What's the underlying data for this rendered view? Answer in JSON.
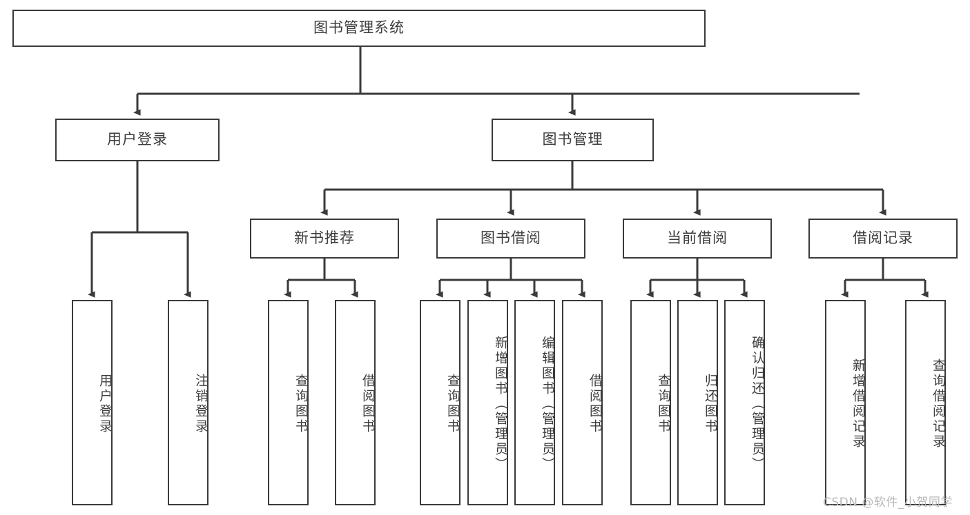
{
  "diagram": {
    "title": "图书管理系统",
    "type": "tree",
    "watermark": "CSDN @软件_小贺同学",
    "colors": {
      "stroke": "#3a3a3a",
      "node_fill": "#ffffff",
      "text": "#3d3d3d",
      "background": "#ffffff",
      "watermark": "#b9b9b9"
    },
    "nodes": {
      "root": "图书管理系统",
      "l2": [
        {
          "id": "user-login",
          "label": "用户登录"
        },
        {
          "id": "book-manage",
          "label": "图书管理"
        }
      ],
      "l3": [
        {
          "id": "new-book-rec",
          "label": "新书推荐"
        },
        {
          "id": "book-borrow",
          "label": "图书借阅"
        },
        {
          "id": "current-borrow",
          "label": "当前借阅"
        },
        {
          "id": "borrow-record",
          "label": "借阅记录"
        }
      ],
      "leaves": [
        {
          "id": "leaf-user-login",
          "label": "用户登录",
          "parent": "用户登录"
        },
        {
          "id": "leaf-user-logout",
          "label": "注销登录",
          "parent": "用户登录"
        },
        {
          "id": "leaf-query-book-1",
          "label": "查询图书",
          "parent": "新书推荐"
        },
        {
          "id": "leaf-borrow-book-1",
          "label": "借阅图书",
          "parent": "新书推荐"
        },
        {
          "id": "leaf-query-book-2",
          "label": "查询图书",
          "parent": "图书借阅"
        },
        {
          "id": "leaf-add-book",
          "label": "新增图书（管理员）",
          "parent": "图书借阅"
        },
        {
          "id": "leaf-edit-book",
          "label": "编辑图书（管理员）",
          "parent": "图书借阅"
        },
        {
          "id": "leaf-borrow-book-2",
          "label": "借阅图书",
          "parent": "图书借阅"
        },
        {
          "id": "leaf-query-book-3",
          "label": "查询图书",
          "parent": "当前借阅"
        },
        {
          "id": "leaf-return-book",
          "label": "归还图书",
          "parent": "当前借阅"
        },
        {
          "id": "leaf-confirm-return",
          "label": "确认归还（管理员）",
          "parent": "当前借阅"
        },
        {
          "id": "leaf-add-record",
          "label": "新增借阅记录",
          "parent": "借阅记录"
        },
        {
          "id": "leaf-query-record",
          "label": "查询借阅记录",
          "parent": "借阅记录"
        }
      ]
    }
  }
}
